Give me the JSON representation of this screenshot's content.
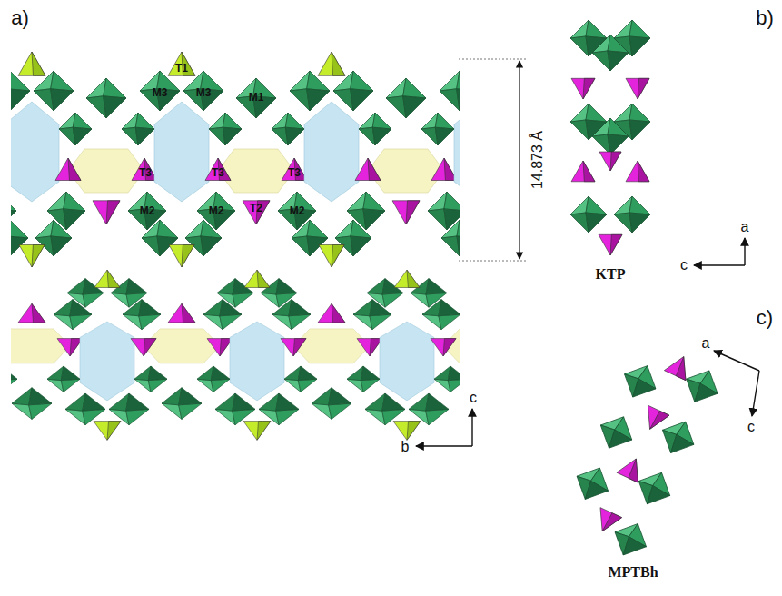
{
  "diagram": {
    "labels": [
      "a)",
      "b)",
      "c)",
      "T1",
      "M3",
      "M3",
      "M1",
      "T3",
      "T3",
      "T3",
      "M2",
      "M2",
      "T2",
      "M2",
      "14.873 Å",
      "c",
      "b",
      "a",
      "c",
      "KTP",
      "a",
      "c",
      "MPTBh"
    ]
  }
}
